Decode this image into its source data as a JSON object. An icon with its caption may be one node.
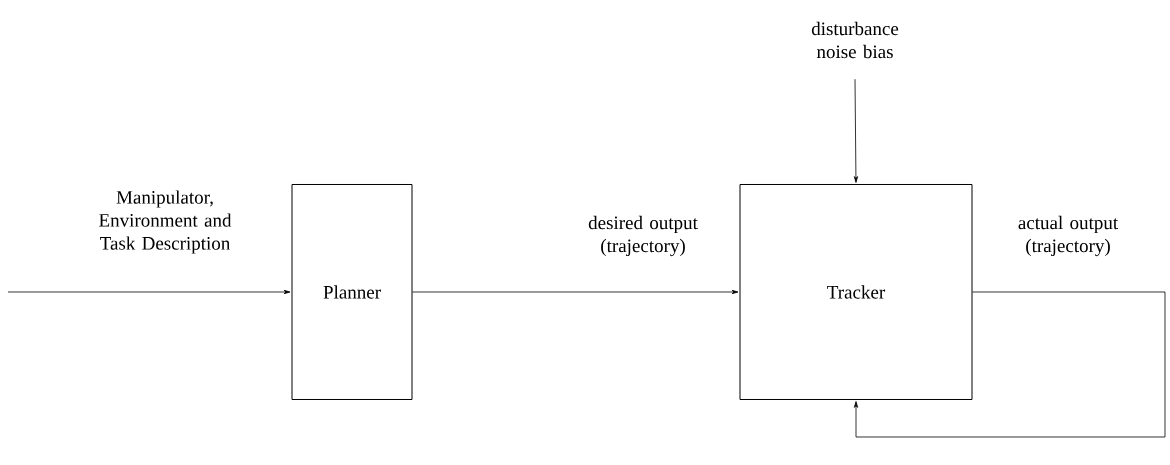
{
  "diagram": {
    "nodes": [
      {
        "text": [
          "Planner"
        ]
      },
      {
        "text": [
          "Tracker"
        ]
      },
      {
        "text": [
          "disturbance noise bias"
        ]
      }
    ],
    "edges": [
      {
        "from": null,
        "to": 0,
        "arrow": "to",
        "label": "Manipulator, Environment and Task Description"
      },
      {
        "from": 0,
        "to": 1,
        "arrow": "to",
        "label": "desired output (trajectory)"
      },
      {
        "from": 2,
        "to": 1,
        "arrow": "to"
      },
      {
        "from": 1,
        "to": 1,
        "arrow": "to",
        "label": "actual output (trajectory)"
      }
    ]
  }
}
